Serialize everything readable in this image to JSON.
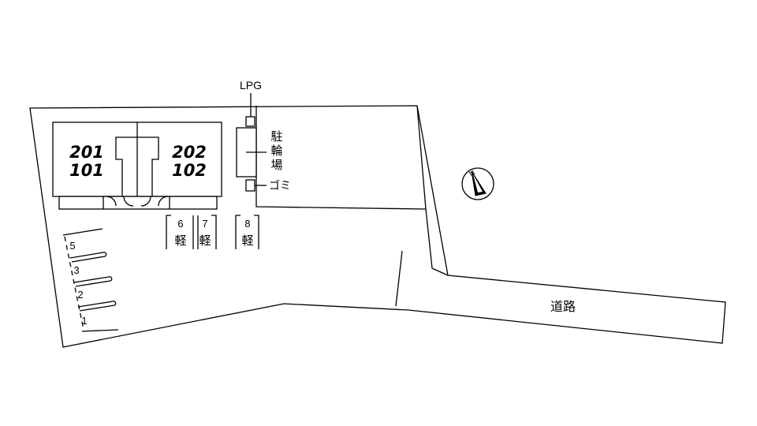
{
  "units": {
    "left_upper": "201",
    "left_lower": "101",
    "right_upper": "202",
    "right_lower": "102"
  },
  "facilities": {
    "lpg": "LPG",
    "bicycle_parking": [
      "駐",
      "輪",
      "場"
    ],
    "garbage": "ゴミ"
  },
  "road_label": "道路",
  "parking_spaces_light": [
    {
      "number": "6",
      "kind": "軽"
    },
    {
      "number": "7",
      "kind": "軽"
    },
    {
      "number": "8",
      "kind": "軽"
    }
  ],
  "parking_spaces_left": [
    "5",
    "3",
    "2",
    "1"
  ],
  "compass": {
    "direction_letter": "N",
    "icon": "north-arrow-icon"
  },
  "colors": {
    "line": "#000000",
    "background": "#ffffff"
  }
}
